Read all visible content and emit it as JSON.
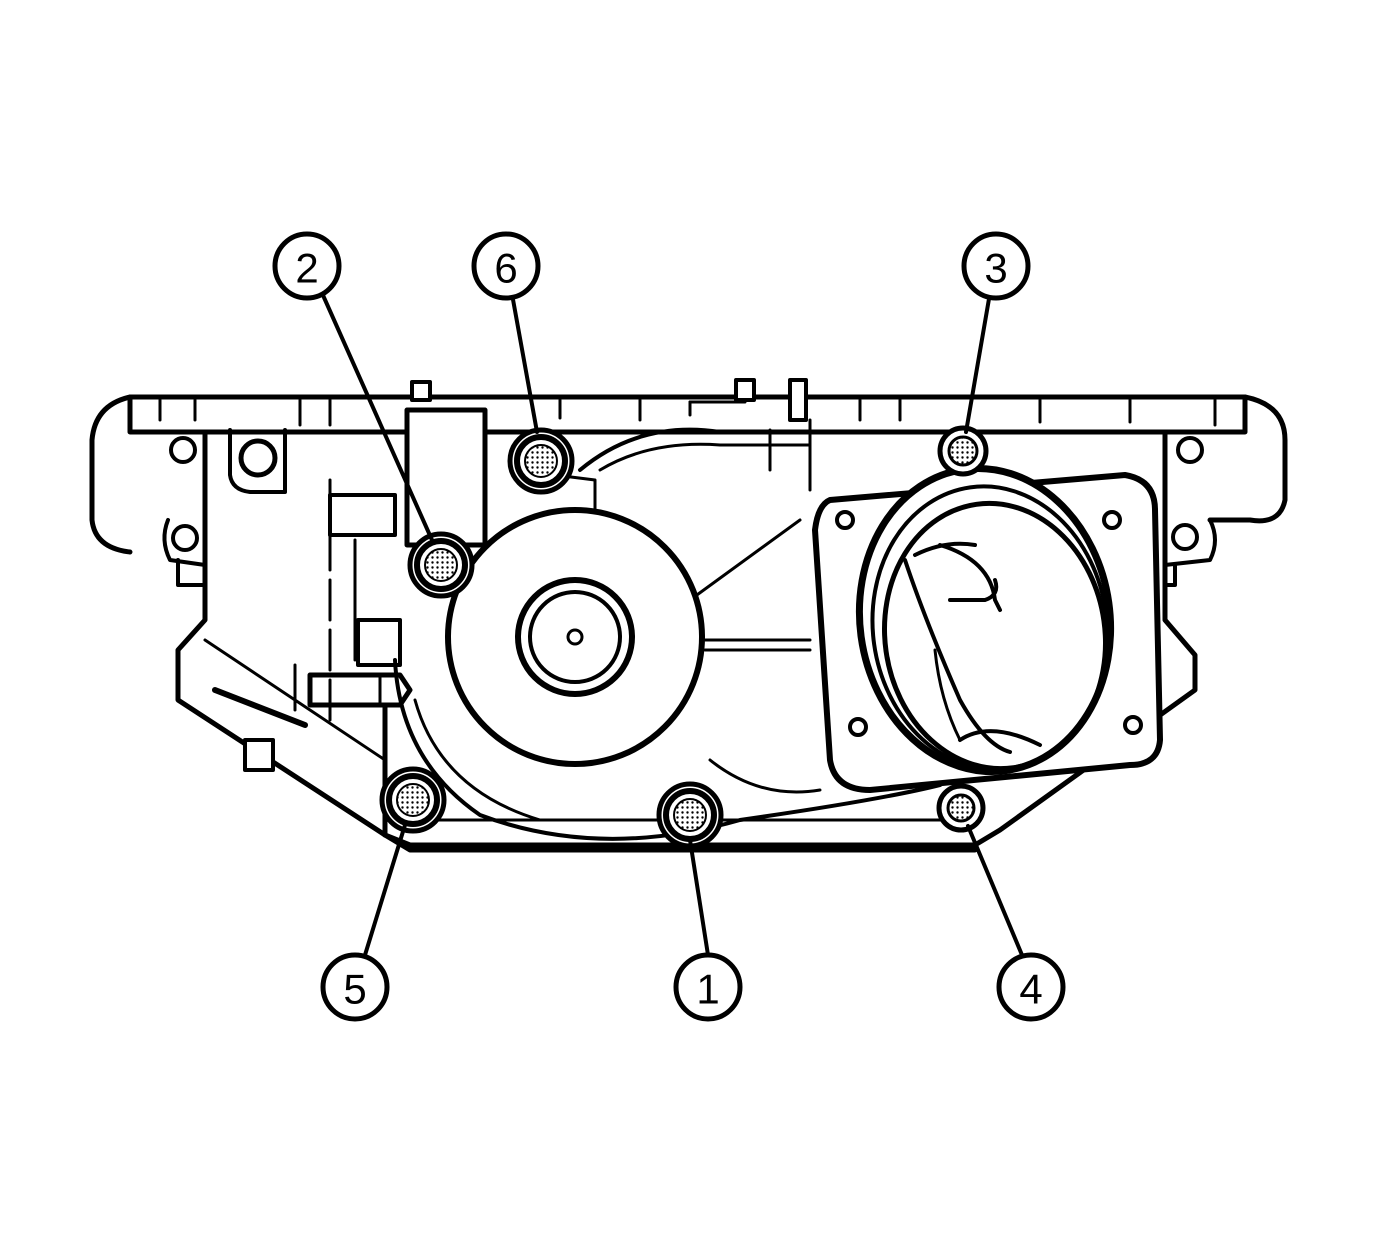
{
  "figure": {
    "description_alt": ""
  },
  "callouts": [
    {
      "id": "callout-1",
      "label": "1"
    },
    {
      "id": "callout-2",
      "label": "2"
    },
    {
      "id": "callout-3",
      "label": "3"
    },
    {
      "id": "callout-4",
      "label": "4"
    },
    {
      "id": "callout-5",
      "label": "5"
    },
    {
      "id": "callout-6",
      "label": "6"
    }
  ],
  "colors": {
    "line": "#000000",
    "background": "#ffffff"
  }
}
